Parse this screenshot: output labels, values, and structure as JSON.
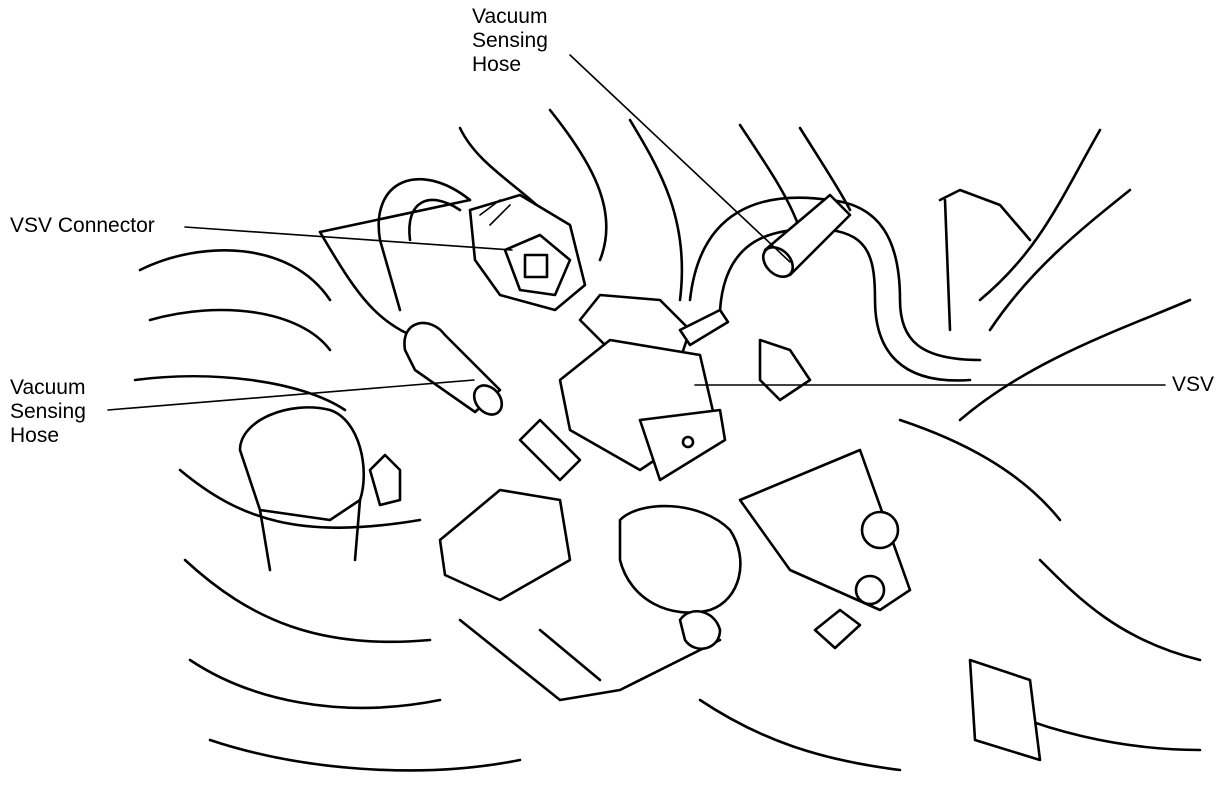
{
  "labels": {
    "hose_top": [
      "Vacuum",
      "Sensing",
      "Hose"
    ],
    "connector": "VSV Connector",
    "hose_left": [
      "Vacuum",
      "Sensing",
      "Hose"
    ],
    "vsv": "VSV"
  }
}
